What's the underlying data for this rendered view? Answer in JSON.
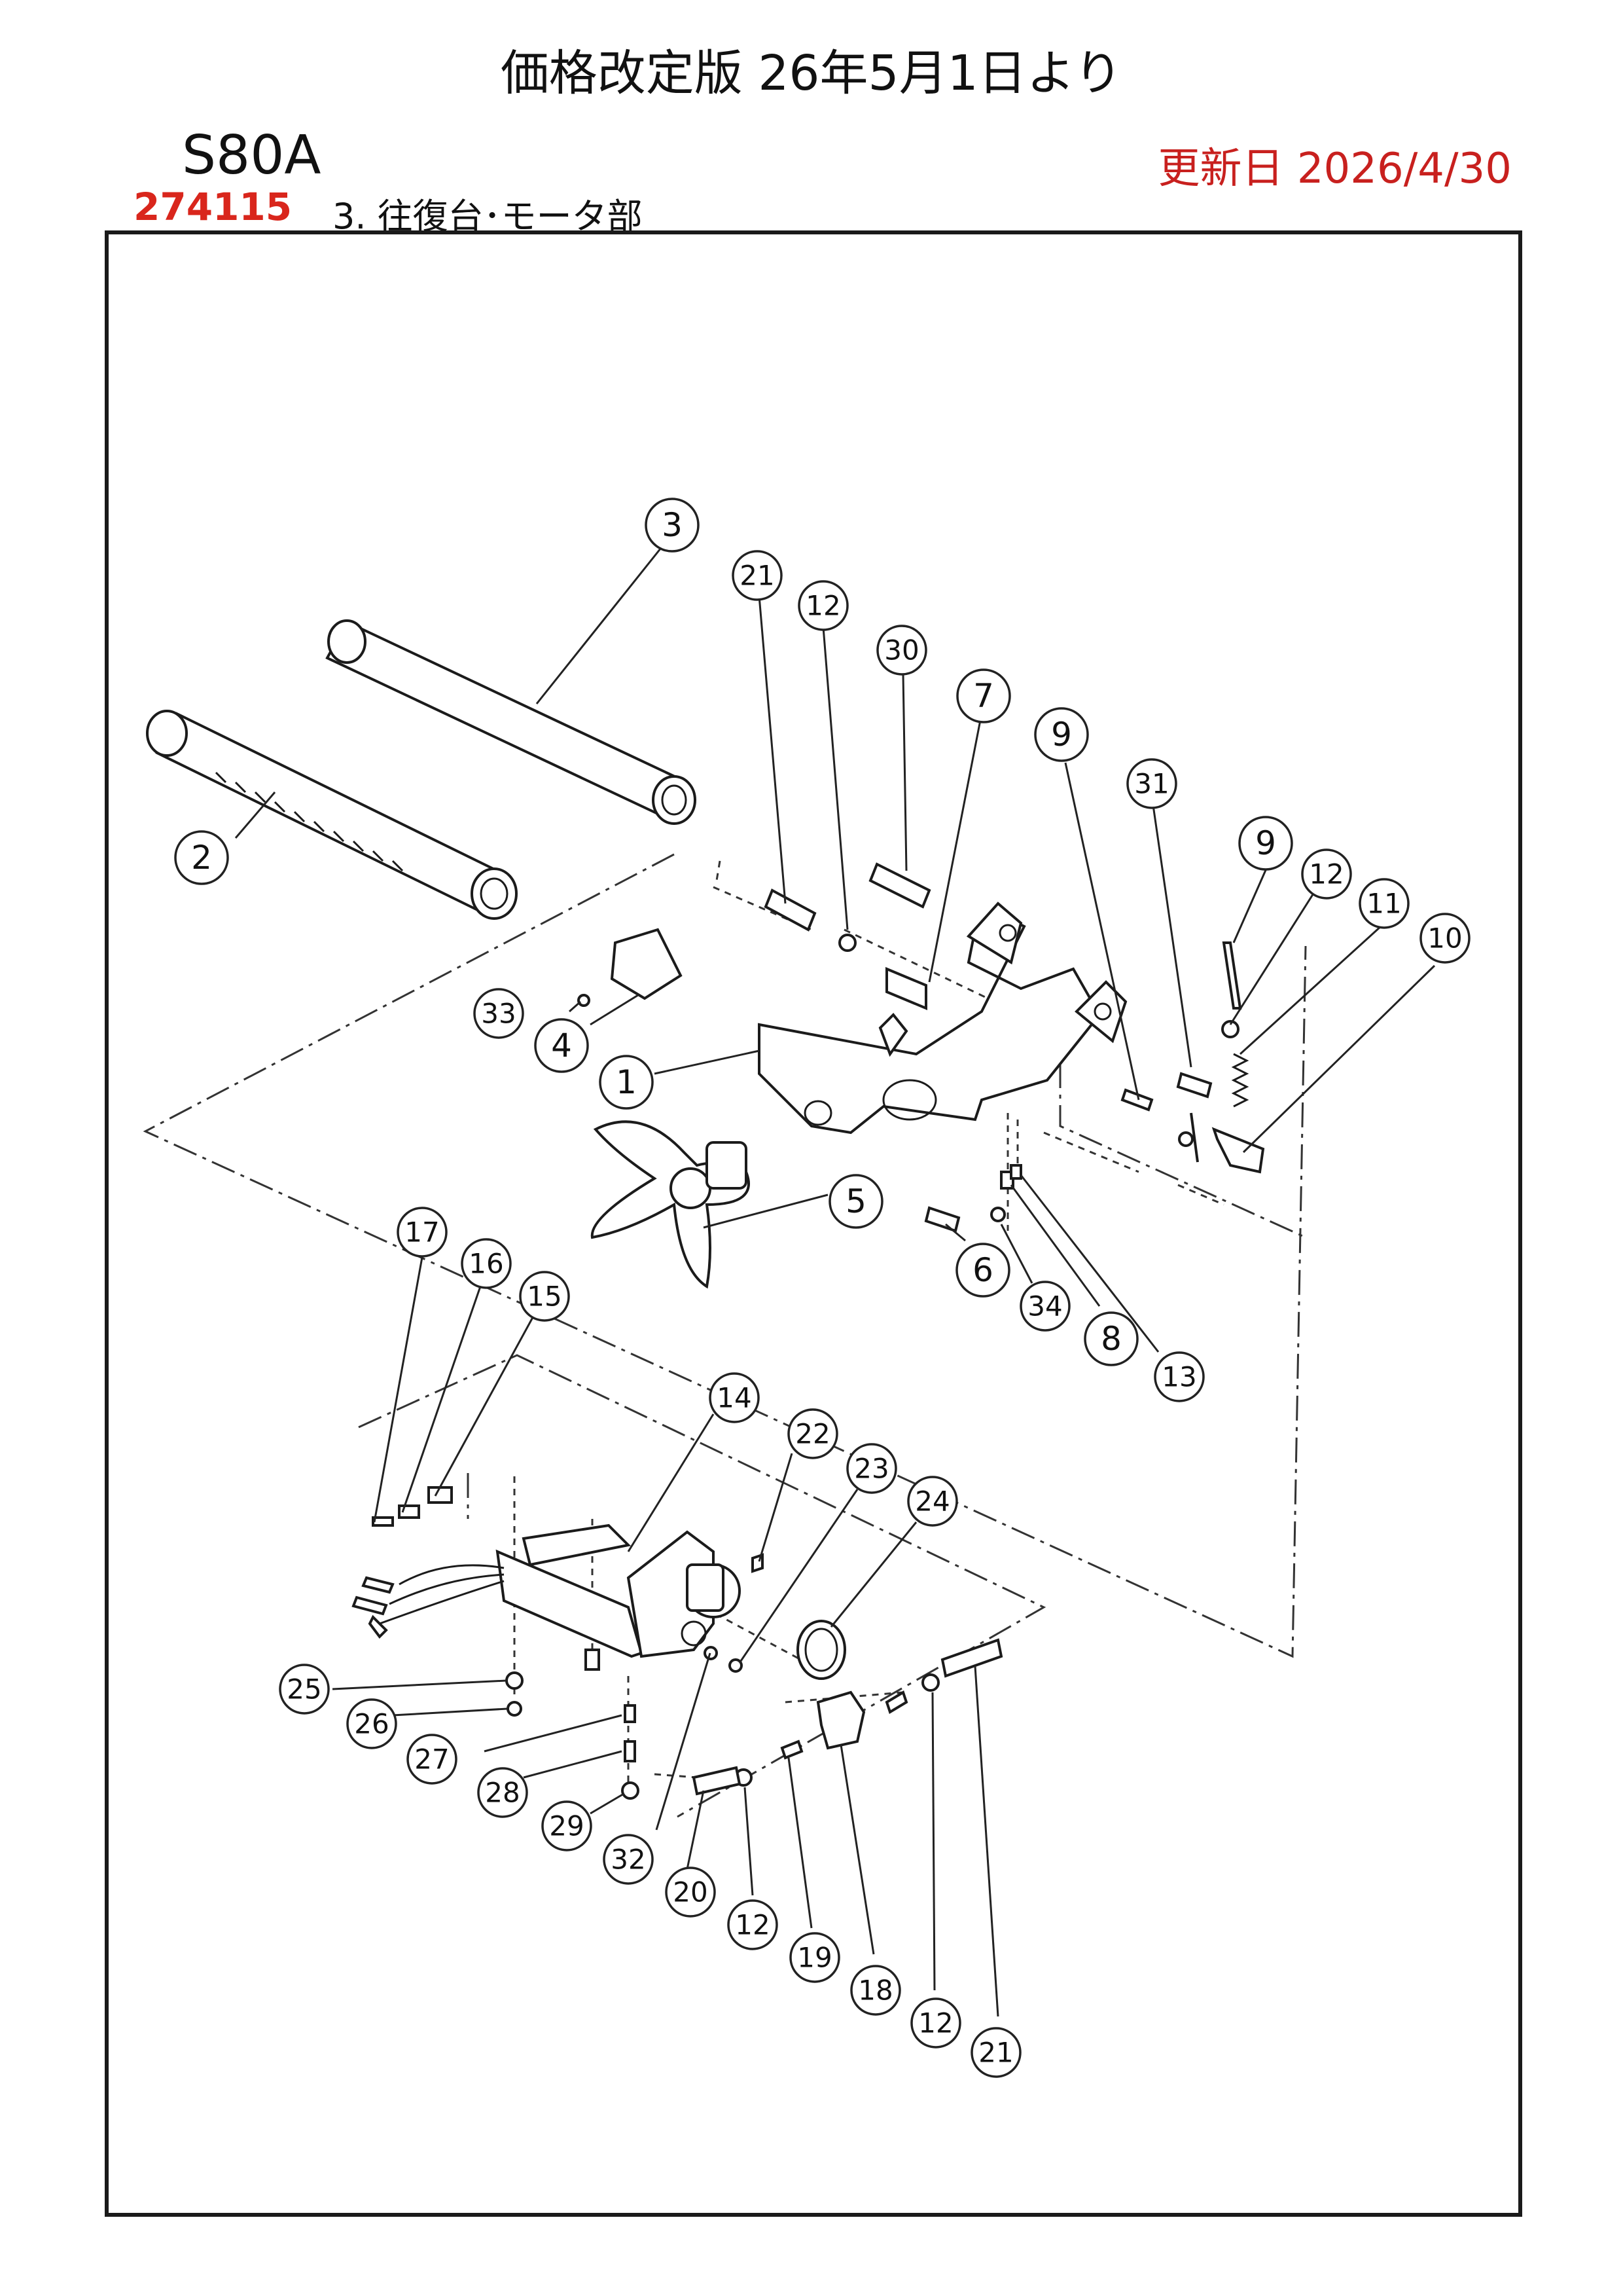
{
  "header": {
    "title": "価格改定版 26年5月1日より",
    "model": "S80A",
    "updated": "更新日 2026/4/30",
    "code": "274115",
    "section": "3. 往復台･モータ部"
  },
  "callouts": [
    {
      "id": "c3",
      "label": "3"
    },
    {
      "id": "c21a",
      "label": "21"
    },
    {
      "id": "c12a",
      "label": "12"
    },
    {
      "id": "c30",
      "label": "30"
    },
    {
      "id": "c7",
      "label": "7"
    },
    {
      "id": "c9a",
      "label": "9"
    },
    {
      "id": "c31",
      "label": "31"
    },
    {
      "id": "c9b",
      "label": "9"
    },
    {
      "id": "c12b",
      "label": "12"
    },
    {
      "id": "c11",
      "label": "11"
    },
    {
      "id": "c10",
      "label": "10"
    },
    {
      "id": "c2",
      "label": "2"
    },
    {
      "id": "c33",
      "label": "33"
    },
    {
      "id": "c4",
      "label": "4"
    },
    {
      "id": "c1",
      "label": "1"
    },
    {
      "id": "c5",
      "label": "5"
    },
    {
      "id": "c6",
      "label": "6"
    },
    {
      "id": "c34",
      "label": "34"
    },
    {
      "id": "c8",
      "label": "8"
    },
    {
      "id": "c13",
      "label": "13"
    },
    {
      "id": "c17",
      "label": "17"
    },
    {
      "id": "c16",
      "label": "16"
    },
    {
      "id": "c15",
      "label": "15"
    },
    {
      "id": "c14",
      "label": "14"
    },
    {
      "id": "c22",
      "label": "22"
    },
    {
      "id": "c23",
      "label": "23"
    },
    {
      "id": "c24",
      "label": "24"
    },
    {
      "id": "c25",
      "label": "25"
    },
    {
      "id": "c26",
      "label": "26"
    },
    {
      "id": "c27",
      "label": "27"
    },
    {
      "id": "c28",
      "label": "28"
    },
    {
      "id": "c29",
      "label": "29"
    },
    {
      "id": "c32",
      "label": "32"
    },
    {
      "id": "c20",
      "label": "20"
    },
    {
      "id": "c12c",
      "label": "12"
    },
    {
      "id": "c19",
      "label": "19"
    },
    {
      "id": "c18",
      "label": "18"
    },
    {
      "id": "c12d",
      "label": "12"
    },
    {
      "id": "c21b",
      "label": "21"
    }
  ]
}
